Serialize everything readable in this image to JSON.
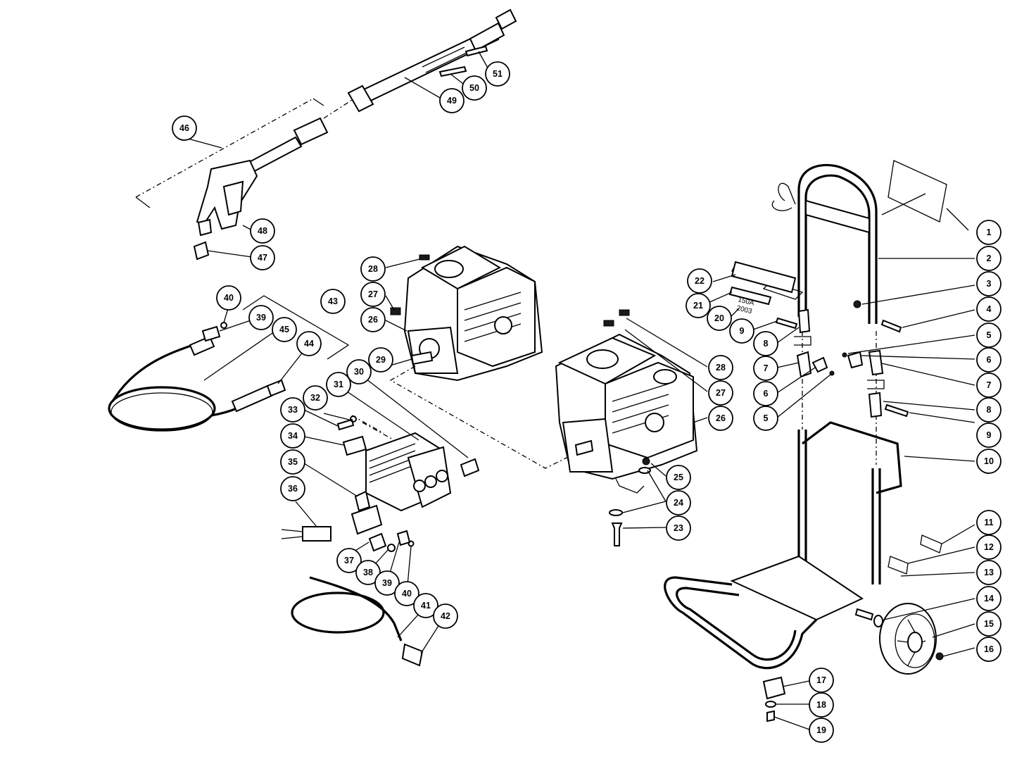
{
  "diagram": {
    "callouts": [
      "1",
      "2",
      "3",
      "4",
      "5",
      "6",
      "7",
      "8",
      "9",
      "10",
      "11",
      "12",
      "13",
      "14",
      "15",
      "16",
      "17",
      "18",
      "19",
      "20",
      "21",
      "22",
      "23",
      "24",
      "25",
      "26",
      "27",
      "28",
      "29",
      "30",
      "31",
      "32",
      "33",
      "34",
      "35",
      "36",
      "37",
      "38",
      "39",
      "40",
      "41",
      "42",
      "43",
      "44",
      "45",
      "46",
      "47",
      "48",
      "49",
      "50",
      "51"
    ],
    "second_occurrences": {
      "5": "5",
      "6": "6",
      "7": "7",
      "8": "8",
      "9": "9",
      "24": "24",
      "26": "26",
      "27": "27",
      "28": "28",
      "39": "39",
      "40": "40"
    },
    "decal_text": [
      "150A",
      "2003"
    ]
  }
}
